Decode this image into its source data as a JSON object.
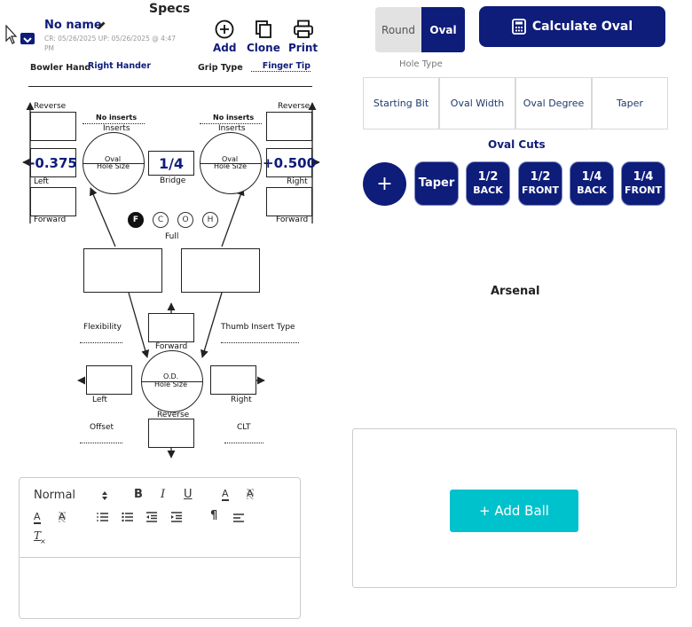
{
  "specs": {
    "title": "Specs",
    "name": "No name",
    "meta_line1": "CR: 05/26/2025 UP: 05/26/2025 @ 4:47",
    "meta_line2": "PM",
    "add_label": "Add",
    "clone_label": "Clone",
    "print_label": "Print",
    "bowler_hand_label": "Bowler Hand",
    "bowler_hand_value": "Right Hander",
    "grip_type_label": "Grip Type",
    "grip_type_value": "Finger Tip"
  },
  "layout_diagram": {
    "left": {
      "reverse_label": "Reverse",
      "pitch_value": "-0.375",
      "left_label": "Left",
      "forward_label": "Forward",
      "inserts_top": "No inserts",
      "inserts_label": "Inserts",
      "hole_line1": "Oval",
      "hole_line2": "Hole Size"
    },
    "right": {
      "reverse_label": "Reverse",
      "pitch_value": "+0.500",
      "right_label": "Right",
      "forward_label": "Forward",
      "inserts_top": "No inserts",
      "inserts_label": "Inserts",
      "hole_line1": "Oval",
      "hole_line2": "Hole Size"
    },
    "bridge_value": "1/4",
    "bridge_label": "Bridge",
    "grip_options": [
      "F",
      "C",
      "O",
      "H"
    ],
    "grip_selected": "F",
    "grip_selected_name": "Full",
    "flexibility_label": "Flexibility",
    "thumb_insert_label": "Thumb Insert Type",
    "thumb": {
      "forward_label": "Forward",
      "left_label": "Left",
      "right_label": "Right",
      "reverse_label": "Reverse",
      "hole_line1": "O.D.",
      "hole_line2": "Hole Size"
    },
    "offset_label": "Offset",
    "clt_label": "CLT"
  },
  "editor": {
    "format_select": "Normal",
    "bold": "B",
    "italic": "I",
    "underline": "U",
    "font_color": "A",
    "bg_color": "A",
    "pilcrow": "¶",
    "clear_format": "T"
  },
  "hole_type": {
    "round_label": "Round",
    "oval_label": "Oval",
    "selected": "Oval",
    "caption": "Hole Type"
  },
  "calculate_button": "Calculate Oval",
  "params": [
    "Starting Bit",
    "Oval Width",
    "Oval Degree",
    "Taper"
  ],
  "oval_cuts": {
    "title": "Oval Cuts",
    "add_symbol": "+",
    "buttons": [
      {
        "top": "Taper",
        "bottom": ""
      },
      {
        "top": "1/2",
        "bottom": "BACK"
      },
      {
        "top": "1/2",
        "bottom": "FRONT"
      },
      {
        "top": "1/4",
        "bottom": "BACK"
      },
      {
        "top": "1/4",
        "bottom": "FRONT"
      }
    ]
  },
  "arsenal": {
    "title": "Arsenal",
    "add_ball": "+ Add Ball"
  },
  "colors": {
    "navy": "#0e1c7a",
    "teal": "#00c2cc",
    "round_bg": "#e2e2e2"
  }
}
